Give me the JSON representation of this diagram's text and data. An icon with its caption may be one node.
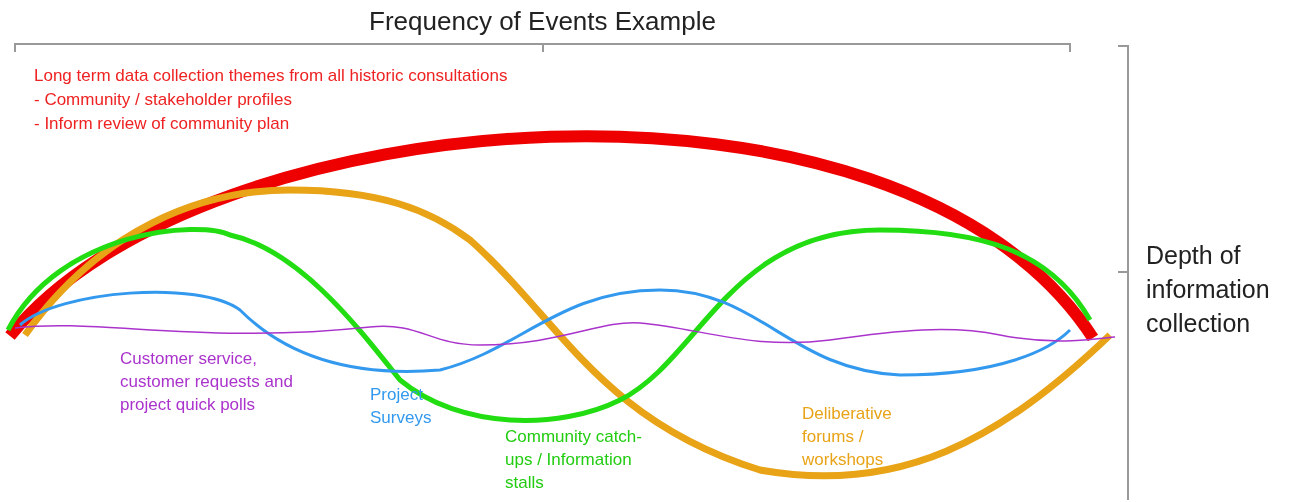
{
  "diagram": {
    "title": "Frequency of Events Example",
    "labels": [
      "Long term data collection themes from all historic consultations",
      "- Community / stakeholder profiles",
      "- Inform review of community plan",
      "Depth of information collection",
      "Customer service, customer requests and project quick polls",
      "Project Surveys",
      "Community catch-ups / Information stalls",
      "Deliberative forums / workshops"
    ]
  }
}
